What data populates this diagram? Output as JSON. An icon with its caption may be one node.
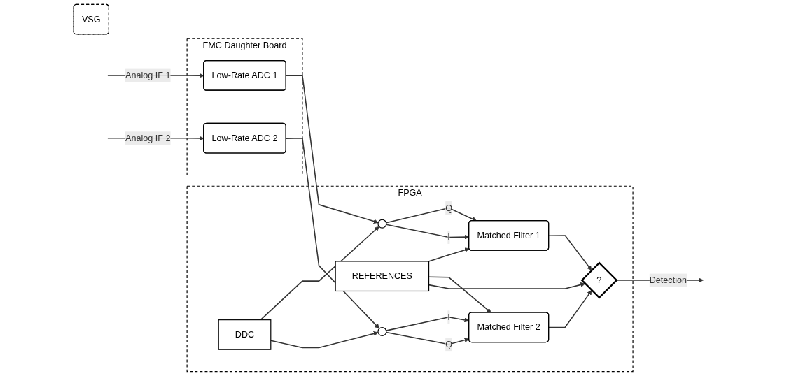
{
  "diagram": {
    "nodes": [
      {
        "text": [
          "VSG"
        ]
      },
      {
        "text": [
          "FMC Daughter Board"
        ]
      },
      {
        "text": [
          "Low-Rate ADC 1"
        ],
        "in": 1
      },
      {
        "text": [
          "Low-Rate ADC 2"
        ],
        "in": 1
      },
      {
        "text": [
          "FPGA"
        ]
      },
      {
        "text": [],
        "shape": "circle",
        "in": 4
      },
      {
        "text": [
          "Matched Filter 1"
        ],
        "in": 4
      },
      {
        "text": [
          "DDC"
        ],
        "in": 4
      },
      {
        "text": [
          "REFERENCES"
        ],
        "in": 4
      },
      {
        "text": [
          "?"
        ],
        "in": 4
      },
      {
        "text": [],
        "shape": "circle",
        "in": 4
      },
      {
        "text": [
          "Matched Filter 2"
        ],
        "in": 4
      }
    ],
    "edges": [
      {
        "from": null,
        "to": 2,
        "arrow": "to",
        "label": "Analog IF 1"
      },
      {
        "from": null,
        "to": 3,
        "arrow": "to",
        "label": "Analog IF 2"
      },
      {
        "from": 2,
        "to": 5,
        "arrow": "to"
      },
      {
        "from": 3,
        "to": 10,
        "arrow": "to"
      },
      {
        "from": 5,
        "to": 6,
        "arrow": "to",
        "label": "Q"
      },
      {
        "from": 5,
        "to": 6,
        "arrow": "to",
        "label": "I"
      },
      {
        "from": 7,
        "to": 5,
        "arrow": "to"
      },
      {
        "from": 7,
        "to": 10,
        "arrow": "to"
      },
      {
        "from": 10,
        "to": 11,
        "arrow": "to",
        "label": "I"
      },
      {
        "from": 10,
        "to": 11,
        "arrow": "to",
        "label": "Q"
      },
      {
        "from": 8,
        "to": 6,
        "arrow": "to"
      },
      {
        "from": 8,
        "to": 11,
        "arrow": "to"
      },
      {
        "from": 8,
        "to": 9,
        "arrow": "to"
      },
      {
        "from": 6,
        "to": 9,
        "arrow": "to"
      },
      {
        "from": 11,
        "to": 9,
        "arrow": "to"
      },
      {
        "from": 9,
        "to": null,
        "arrow": "to",
        "label": "Detection"
      }
    ]
  }
}
